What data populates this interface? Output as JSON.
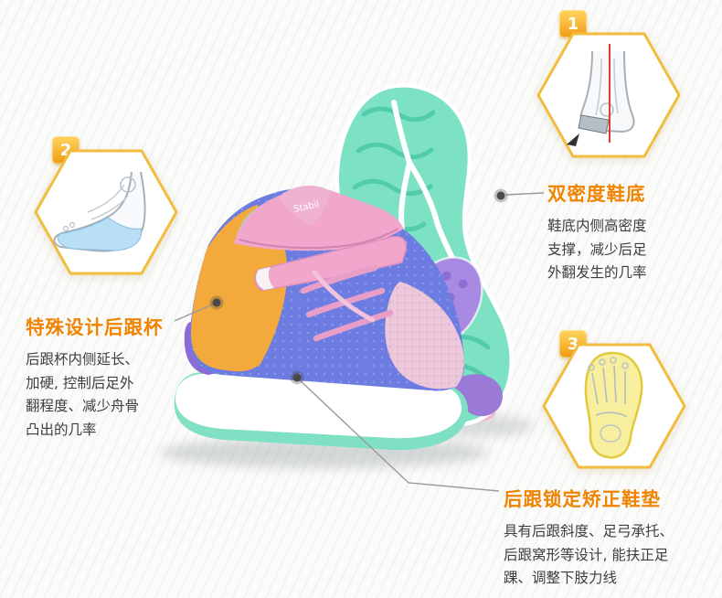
{
  "page": {
    "type": "children-orthopedic-shoe-feature-infographic"
  },
  "shoe": {
    "brand_label": "Stabil"
  },
  "callouts": [
    {
      "number": "1",
      "title": "双密度鞋底",
      "description": "鞋底内侧高密度\n支撑，减少后足\n外翻发生的几率"
    },
    {
      "number": "2",
      "title": "特殊设计后跟杯",
      "description": "后跟杯内侧延长、\n加硬, 控制后足外\n翻程度、减少舟骨\n凸出的几率"
    },
    {
      "number": "3",
      "title": "后跟锁定矫正鞋垫",
      "description": "具有后跟斜度、足弓承托、\n后跟窝形等设计, 能扶正足\n踝、调整下肢力线"
    }
  ],
  "icons": {
    "callout1": "heel-alignment-xray-icon",
    "callout2": "foot-arch-support-xray-icon",
    "callout3": "insole-skeleton-top-icon"
  },
  "colors": {
    "accent_orange": "#f08300",
    "badge_yellow_top": "#ffd55e",
    "badge_yellow_bottom": "#f29c13",
    "hexagon_border": "#f2bc3f",
    "sole_mint": "#7de1c3",
    "tread_mint_dark": "#52ccab",
    "upper_blue": "#6d7ce0",
    "heel_orange": "#f3a93c",
    "collar_pink": "#f1a6cb",
    "arch_purple": "#a98ae2",
    "marker_dot": "#4a4a4a",
    "text_dark": "#3e3e3e"
  }
}
